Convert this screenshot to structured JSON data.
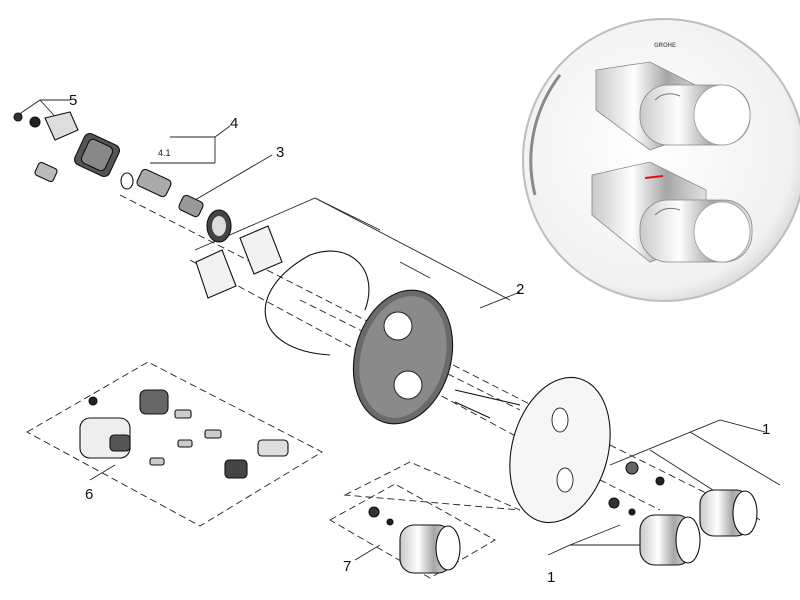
{
  "callouts": {
    "c1a": "1",
    "c1b": "1",
    "c2": "2",
    "c3": "3",
    "c4": "4",
    "c4sub": "4.1",
    "c5": "5",
    "c6": "6",
    "c7": "7"
  },
  "product_photo": {
    "brand": "GROHE"
  }
}
